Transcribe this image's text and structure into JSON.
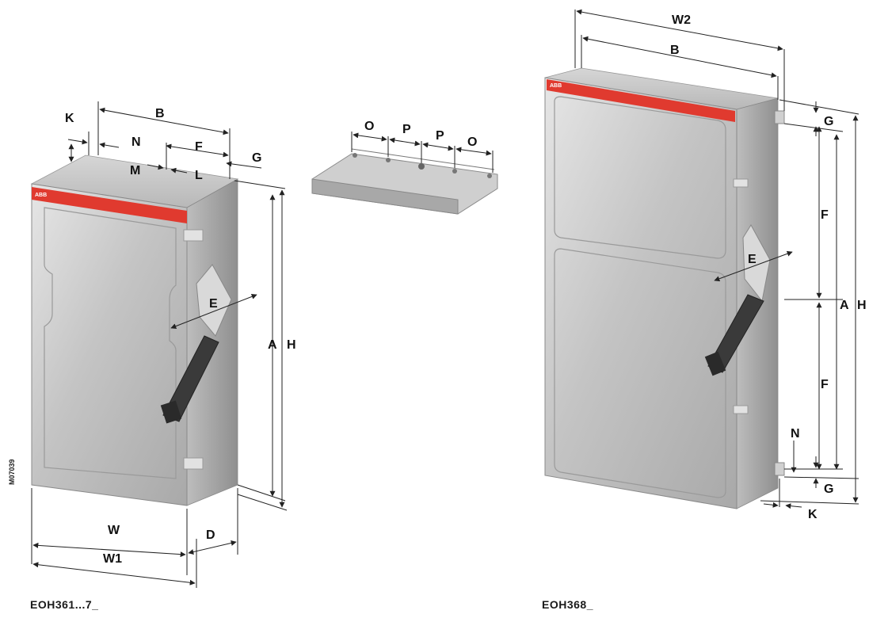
{
  "captions": {
    "left": "EOH361...7_",
    "right": "EOH368_"
  },
  "drawing_code": "M07039",
  "brand_mark": "ABB",
  "colors": {
    "brand_stripe": "#e03a2f",
    "enclosure_steel": "#c9c9c9",
    "handle": "#3a3a3a",
    "dimension_line": "#222222"
  },
  "left_enclosure_dims": {
    "K": "K",
    "B": "B",
    "N": "N",
    "F": "F",
    "G": "G",
    "M": "M",
    "L": "L",
    "E": "E",
    "A": "A",
    "H": "H",
    "W": "W",
    "W1": "W1",
    "D": "D"
  },
  "mounting_bracket_dims": {
    "O1": "O",
    "P1": "P",
    "P2": "P",
    "O2": "O"
  },
  "right_enclosure_dims": {
    "W2": "W2",
    "B": "B",
    "G_top": "G",
    "F_top": "F",
    "E": "E",
    "A": "A",
    "H": "H",
    "F_bottom": "F",
    "N": "N",
    "G_bottom": "G",
    "K": "K"
  }
}
